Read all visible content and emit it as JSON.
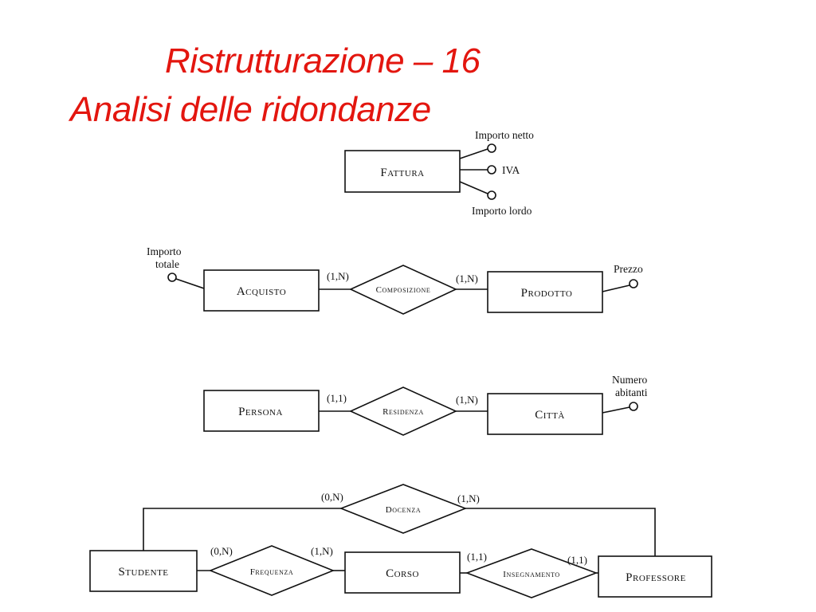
{
  "slide": {
    "title_line1": "Ristrutturazione – 16",
    "title_line2": "Analisi delle ridondanze"
  },
  "diagrams": {
    "fattura": {
      "entity": "Fattura",
      "attributes": [
        "Importo netto",
        "IVA",
        "Importo lordo"
      ]
    },
    "acquisto": {
      "attr_left_line1": "Importo",
      "attr_left_line2": "totale",
      "entity_left": "Acquisto",
      "card_left": "(1,N)",
      "relationship": "Composizione",
      "card_right": "(1,N)",
      "entity_right": "Prodotto",
      "attr_right": "Prezzo"
    },
    "persona": {
      "entity_left": "Persona",
      "card_left": "(1,1)",
      "relationship": "Residenza",
      "card_right": "(1,N)",
      "entity_right": "Città",
      "attr_right_line1": "Numero",
      "attr_right_line2": "abitanti"
    },
    "studente": {
      "top_relationship": "Docenza",
      "top_card_left": "(0,N)",
      "top_card_right": "(1,N)",
      "entity_left": "Studente",
      "rel_left": "Frequenza",
      "card_1": "(0,N)",
      "card_2": "(1,N)",
      "entity_mid": "Corso",
      "card_3": "(1,1)",
      "rel_right": "Insegnamento",
      "card_4": "(1,1)",
      "entity_right": "Professore"
    }
  }
}
